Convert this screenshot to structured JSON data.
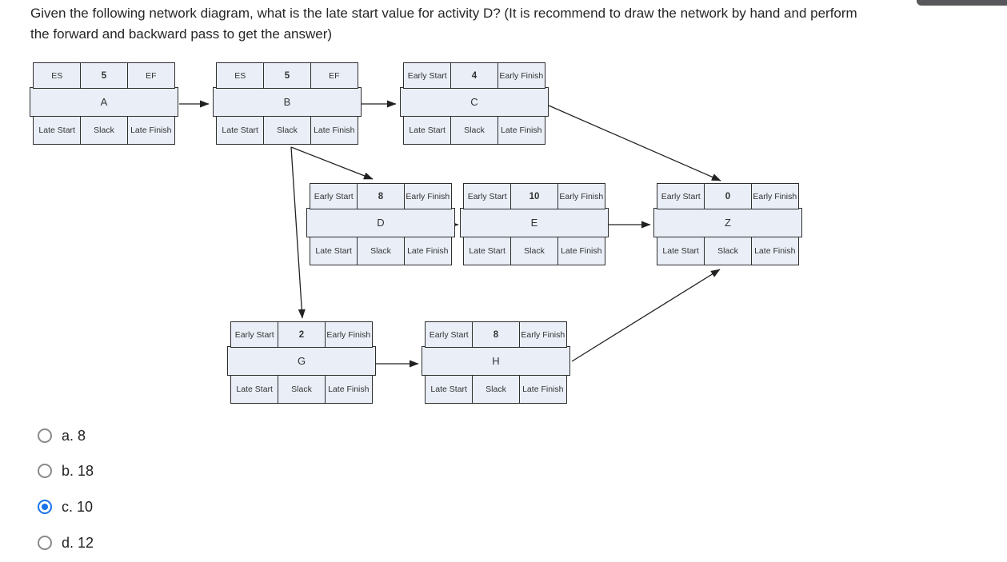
{
  "question": {
    "line1": "Given the following network diagram, what is the late start value for activity D? (It is recommend to draw the network by hand and perform",
    "line2": "the forward and backward pass to get the answer)"
  },
  "diagram": {
    "cell_fill": "#e9eef7",
    "border_color": "#2e2e2e",
    "nodes": [
      {
        "name": "A",
        "duration": "5",
        "labels": {
          "tl": "ES",
          "tr": "EF",
          "bl": "Late Start",
          "bm": "Slack",
          "br": "Late Finish"
        }
      },
      {
        "name": "B",
        "duration": "5",
        "labels": {
          "tl": "ES",
          "tr": "EF",
          "bl": "Late Start",
          "bm": "Slack",
          "br": "Late Finish"
        }
      },
      {
        "name": "C",
        "duration": "4",
        "labels": {
          "tl": "Early Start",
          "tr": "Early Finish",
          "bl": "Late Start",
          "bm": "Slack",
          "br": "Late Finish"
        }
      },
      {
        "name": "D",
        "duration": "8",
        "labels": {
          "tl": "Early Start",
          "tr": "Early Finish",
          "bl": "Late Start",
          "bm": "Slack",
          "br": "Late Finish"
        }
      },
      {
        "name": "E",
        "duration": "10",
        "labels": {
          "tl": "Early Start",
          "tr": "Early Finish",
          "bl": "Late Start",
          "bm": "Slack",
          "br": "Late Finish"
        }
      },
      {
        "name": "Z",
        "duration": "0",
        "labels": {
          "tl": "Early Start",
          "tr": "Early Finish",
          "bl": "Late Start",
          "bm": "Slack",
          "br": "Late Finish"
        }
      },
      {
        "name": "G",
        "duration": "2",
        "labels": {
          "tl": "Early Start",
          "tr": "Early Finish",
          "bl": "Late Start",
          "bm": "Slack",
          "br": "Late Finish"
        }
      },
      {
        "name": "H",
        "duration": "8",
        "labels": {
          "tl": "Early Start",
          "tr": "Early Finish",
          "bl": "Late Start",
          "bm": "Slack",
          "br": "Late Finish"
        }
      }
    ],
    "edges": [
      "A-B",
      "B-C",
      "B-D",
      "B-G",
      "C-Z",
      "D-E",
      "E-Z",
      "G-H",
      "H-Z"
    ]
  },
  "options": [
    {
      "label": "a. 8",
      "selected": false,
      "radio_class": "radio"
    },
    {
      "label": "b. 18",
      "selected": false,
      "radio_class": "radio"
    },
    {
      "label": "c. 10",
      "selected": true,
      "radio_class": "radio selected"
    },
    {
      "label": "d. 12",
      "selected": false,
      "radio_class": "radio"
    }
  ],
  "colors": {
    "radio_selected": "#1a73e8",
    "radio_unselected": "#8a8a8a",
    "top_right_fragment": "#58585c"
  }
}
